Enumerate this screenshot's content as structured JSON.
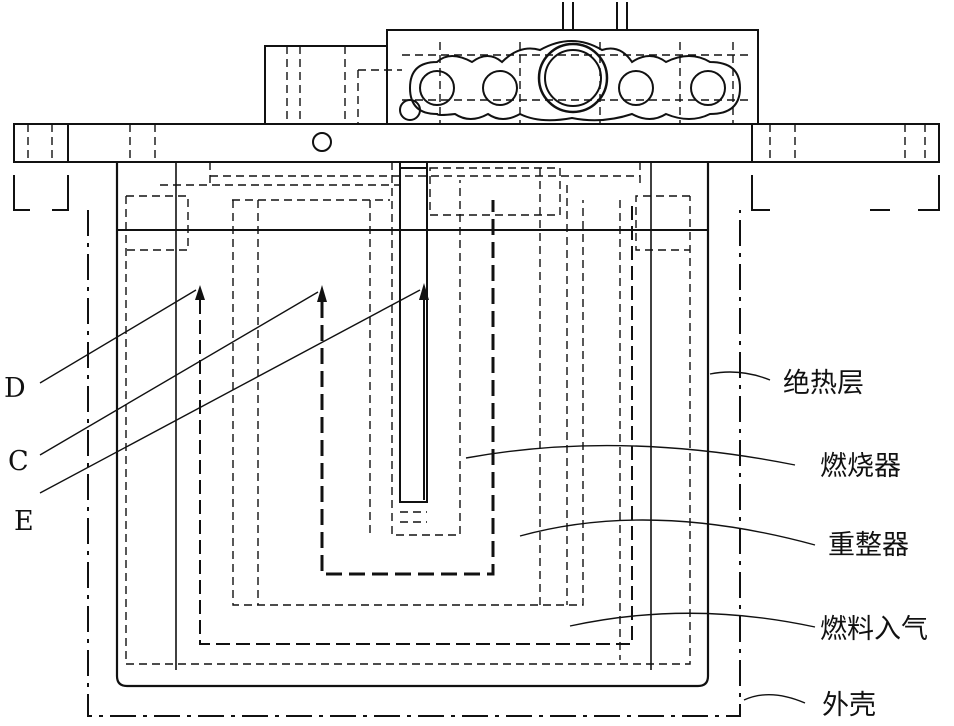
{
  "labels": {
    "insulation": "绝热层",
    "burner": "燃烧器",
    "reformer": "重整器",
    "fuel_inlet": "燃料入气",
    "shell": "外壳",
    "d": "D",
    "c": "C",
    "e": "E"
  },
  "colors": {
    "stroke": "#111111",
    "background": "#ffffff"
  }
}
